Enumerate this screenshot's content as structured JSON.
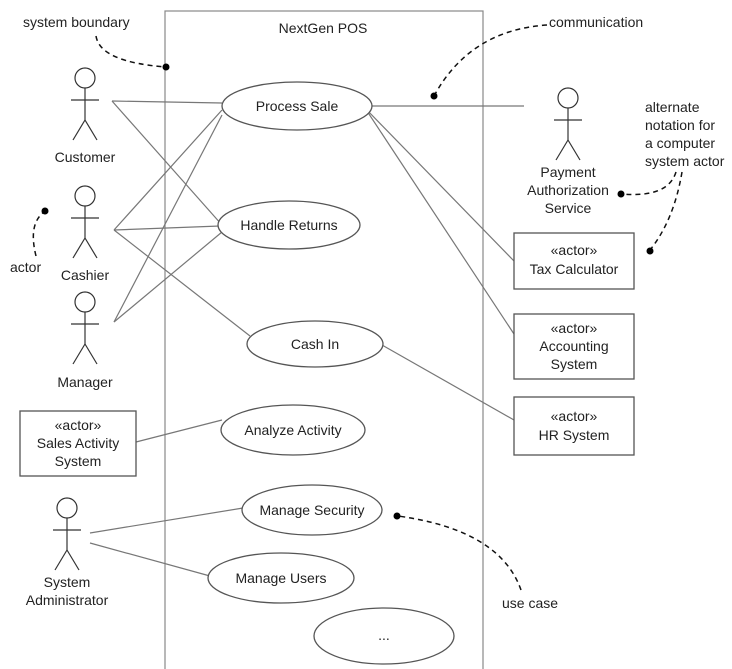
{
  "system": {
    "title": "NextGen POS"
  },
  "actors": {
    "customer": "Customer",
    "cashier": "Cashier",
    "manager": "Manager",
    "sysadmin_line1": "System",
    "sysadmin_line2": "Administrator",
    "payment_line1": "Payment",
    "payment_line2": "Authorization",
    "payment_line3": "Service"
  },
  "actor_boxes": {
    "stereotype": "«actor»",
    "sales_line1": "Sales Activity",
    "sales_line2": "System",
    "tax": "Tax Calculator",
    "accounting_line1": "Accounting",
    "accounting_line2": "System",
    "hr": "HR System"
  },
  "use_cases": {
    "process_sale": "Process Sale",
    "handle_returns": "Handle Returns",
    "cash_in": "Cash In",
    "analyze_activity": "Analyze Activity",
    "manage_security": "Manage Security",
    "manage_users": "Manage Users",
    "more": "..."
  },
  "annotations": {
    "system_boundary": "system boundary",
    "communication": "communication",
    "alternate_line1": "alternate",
    "alternate_line2": "notation for",
    "alternate_line3": "a computer",
    "alternate_line4": "system actor",
    "actor": "actor",
    "use_case": "use case"
  }
}
